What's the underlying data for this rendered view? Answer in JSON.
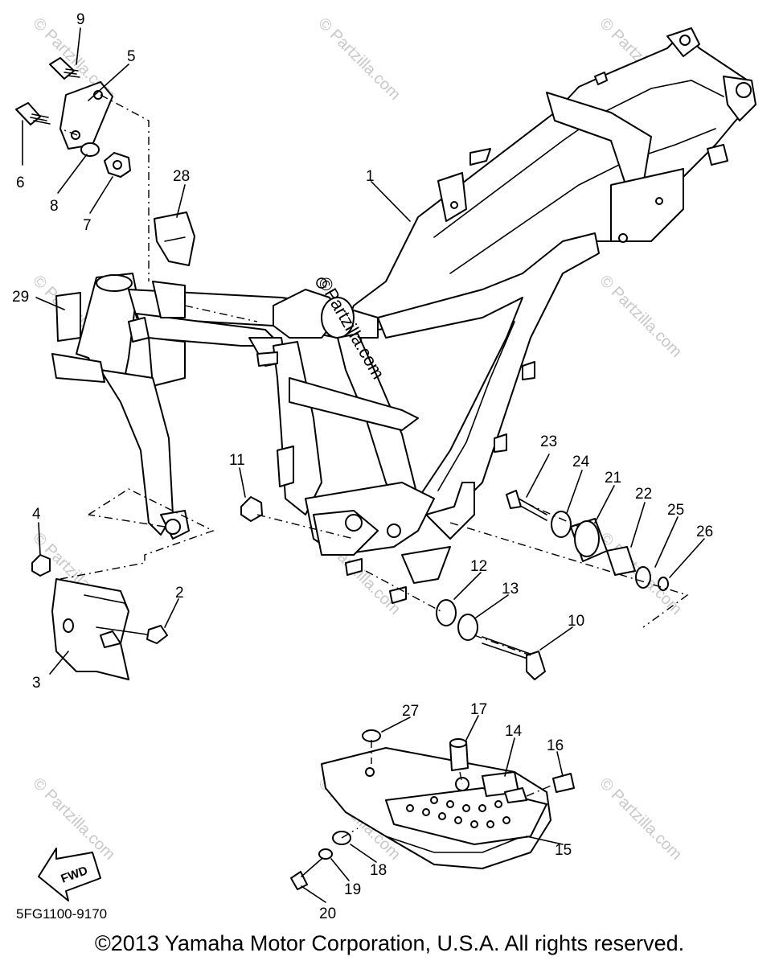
{
  "watermark": "© Partzilla.com",
  "center_watermark": "©Partzilla.com",
  "diagram_code": "5FG1100-9170",
  "copyright": "©2013  Yamaha Motor Corporation, U.S.A. All rights reserved.",
  "fwd_label": "FWD",
  "callouts": {
    "c1": "1",
    "c2": "2",
    "c3": "3",
    "c4": "4",
    "c5": "5",
    "c6": "6",
    "c7": "7",
    "c8": "8",
    "c9": "9",
    "c10": "10",
    "c11": "11",
    "c12": "12",
    "c13": "13",
    "c14": "14",
    "c15": "15",
    "c16": "16",
    "c17": "17",
    "c18": "18",
    "c19": "19",
    "c20": "20",
    "c21": "21",
    "c22": "22",
    "c23": "23",
    "c24": "24",
    "c25": "25",
    "c26": "26",
    "c27": "27",
    "c28": "28",
    "c29": "29"
  }
}
